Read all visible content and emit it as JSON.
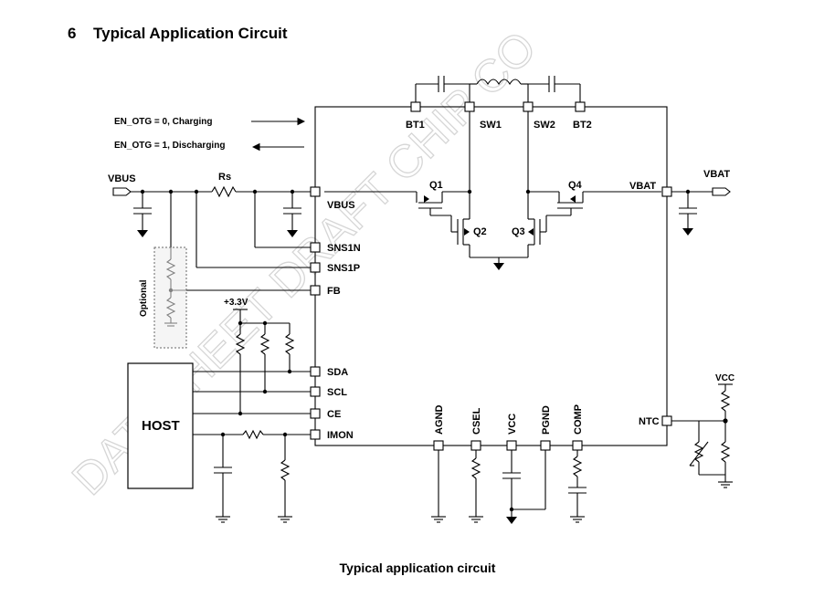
{
  "heading": {
    "number": "6",
    "title": "Typical Application Circuit"
  },
  "caption": "Typical application circuit",
  "watermark": "DATASHEET DRAFT CHIP CO",
  "notes": {
    "otg0": "EN_OTG = 0, Charging",
    "otg1": "EN_OTG = 1, Discharging"
  },
  "pins": {
    "bt1": "BT1",
    "sw1": "SW1",
    "sw2": "SW2",
    "bt2": "BT2",
    "vbus": "VBUS",
    "sns1n": "SNS1N",
    "sns1p": "SNS1P",
    "fb": "FB",
    "sda": "SDA",
    "scl": "SCL",
    "ce": "CE",
    "imon": "IMON",
    "agnd": "AGND",
    "csel": "CSEL",
    "vcc": "VCC",
    "pgnd": "PGND",
    "comp": "COMP",
    "vbat": "VBAT",
    "ntc": "NTC"
  },
  "transistors": {
    "q1": "Q1",
    "q2": "Q2",
    "q3": "Q3",
    "q4": "Q4"
  },
  "nets": {
    "vbus_in": "VBUS",
    "vbat_out": "VBAT",
    "rs": "Rs",
    "v33": "+3.3V",
    "vcc_ext": "VCC"
  },
  "labels": {
    "host": "HOST",
    "optional": "Optional"
  }
}
